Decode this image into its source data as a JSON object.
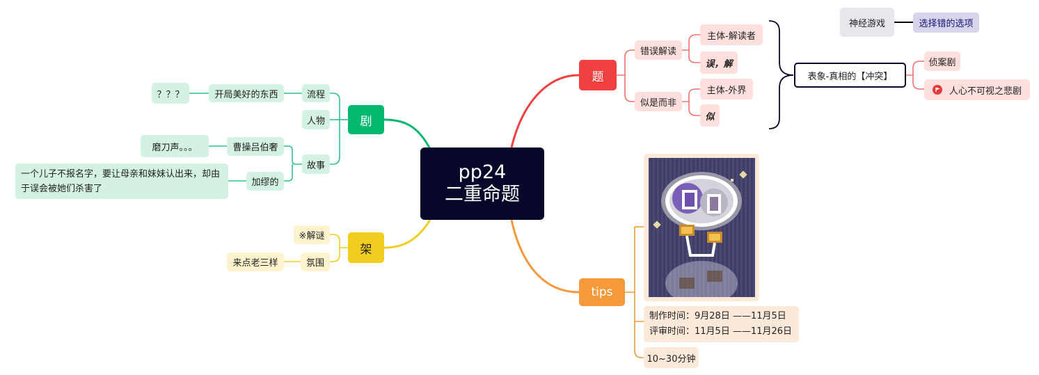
{
  "central": {
    "line1": "pp24",
    "line2": "二重命题"
  },
  "branches": {
    "ju": {
      "label": "剧",
      "items": {
        "liucheng": "流程",
        "liucheng_child": "开局美好的东西",
        "liucheng_grandchild": "？？？",
        "renwu": "人物",
        "gushi": "故事",
        "gushi_child1": "曹操吕伯奢",
        "gushi_child1_detail": "磨刀声。。。",
        "gushi_child2": "加缪的",
        "gushi_child2_detail": "一个儿子不报名字，要让母亲和妹妹认出来，却由于误会被她们杀害了"
      }
    },
    "jia": {
      "label": "架",
      "items": {
        "jiemi": "※解谜",
        "fenwei": "氛围",
        "fenwei_child": "来点老三样"
      }
    },
    "ti": {
      "label": "题",
      "items": {
        "cuowu": "错误解读",
        "cuowu_child1": "主体-解读者",
        "cuowu_child2": "误，解",
        "sishi": "似是而非",
        "sishi_child1": "主体-外界",
        "sishi_child2": "似",
        "summary": "表象-真相的【冲突】",
        "summary_child1": "侦案剧",
        "summary_child2": "人心不可视之悲剧",
        "float_topic": "神经游戏",
        "float_topic_child": "选择错的选项"
      }
    },
    "tips": {
      "label": "tips",
      "items": {
        "time_line1": "制作时间：9月28日 ——11月5日",
        "time_line2": "评审时间：11月5日 ——11月26日",
        "duration": "10~30分钟"
      },
      "image_icon": "pixel-art-24-balloon-image"
    }
  },
  "colors": {
    "central": "#07072a",
    "green": "#00b86e",
    "yellow": "#f1cd1f",
    "red": "#f0403f",
    "orange": "#f49a3b"
  }
}
